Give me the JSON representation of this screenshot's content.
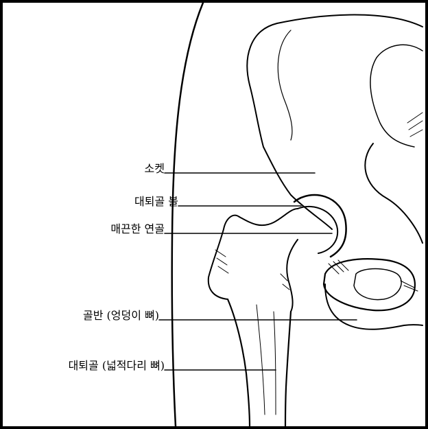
{
  "diagram": {
    "labels": {
      "socket": "소켓",
      "femoral_ball": "대퇴골 볼",
      "cartilage": "매끈한 연골",
      "pelvis": "골반 (엉덩이 뼈)",
      "femur": "대퇴골 (넓적다리 뼈)"
    }
  },
  "colors": {
    "ink": "#000000",
    "paper": "#ffffff"
  }
}
